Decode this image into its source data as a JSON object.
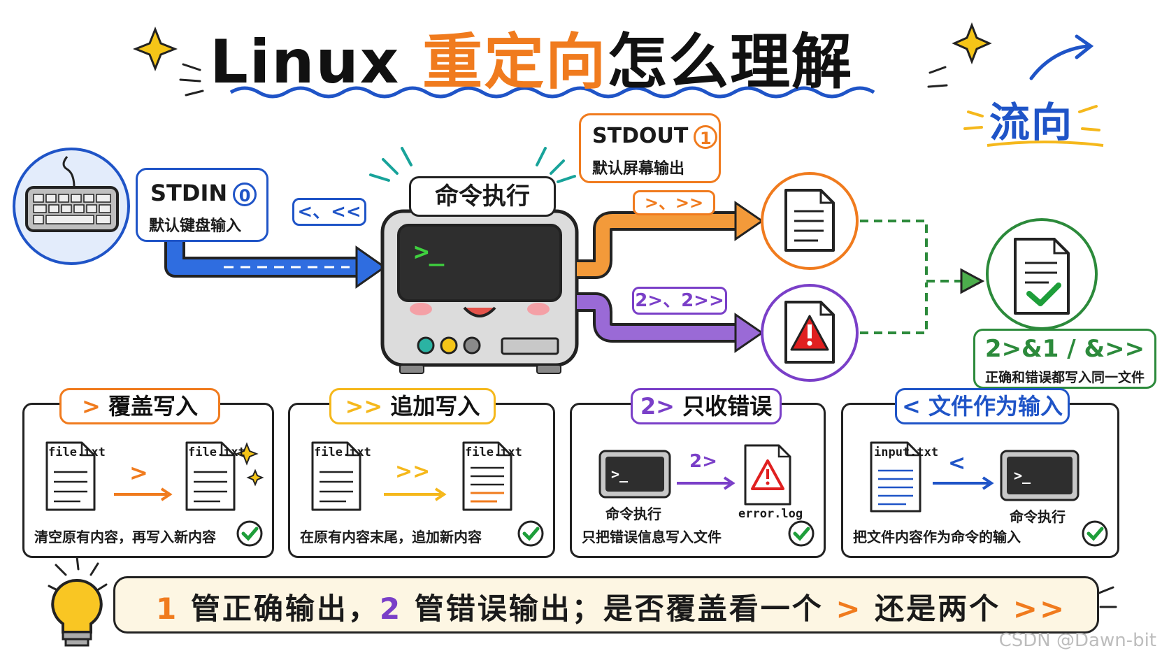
{
  "title": {
    "part1": "Linux ",
    "part2": "重定向",
    "part3": "怎么理解"
  },
  "flow_label": "流向",
  "stdin": {
    "label": "STDIN",
    "fd": "0",
    "desc": "默认键盘输入"
  },
  "stdout": {
    "label": "STDOUT",
    "fd": "1",
    "desc": "默认屏幕输出"
  },
  "command_label": "命令执行",
  "operators": {
    "input": "<、<<",
    "output": ">、>>",
    "error": "2>、2>>"
  },
  "combined": {
    "ops": "2>&1 / &>>",
    "desc": "正确和错误都写入同一文件"
  },
  "panels": [
    {
      "title_sym": ">",
      "title": "覆盖写入",
      "arrow_label": ">",
      "file_a": "file.txt",
      "file_b": "file.txt",
      "desc": "清空原有内容，再写入新内容"
    },
    {
      "title_sym": ">>",
      "title": "追加写入",
      "arrow_label": ">>",
      "file_a": "file.txt",
      "file_b": "file.txt",
      "desc": "在原有内容末尾，追加新内容"
    },
    {
      "title_sym": "2>",
      "title": "只收错误",
      "arrow_label": "2>",
      "cmd_caption": "命令执行",
      "file_b": "error.log",
      "desc": "只把错误信息写入文件"
    },
    {
      "title_sym": "<",
      "title": "文件作为输入",
      "arrow_label": "<",
      "file_a": "input.txt",
      "cmd_caption": "命令执行",
      "desc": "把文件内容作为命令的输入"
    }
  ],
  "banner": {
    "n1": "1",
    "t1": " 管正确输出，",
    "n2": "2",
    "t2": " 管错误输出；是否覆盖看一个 ",
    "op1": ">",
    "t3": " 还是两个 ",
    "op2": ">>"
  },
  "watermark": "CSDN @Dawn-bit",
  "colors": {
    "orange": "#f07b1e",
    "blue": "#1f54c7",
    "purple": "#7a3fc8",
    "green": "#2c8a3b",
    "yellow": "#f5b81c",
    "red": "#e02020"
  }
}
